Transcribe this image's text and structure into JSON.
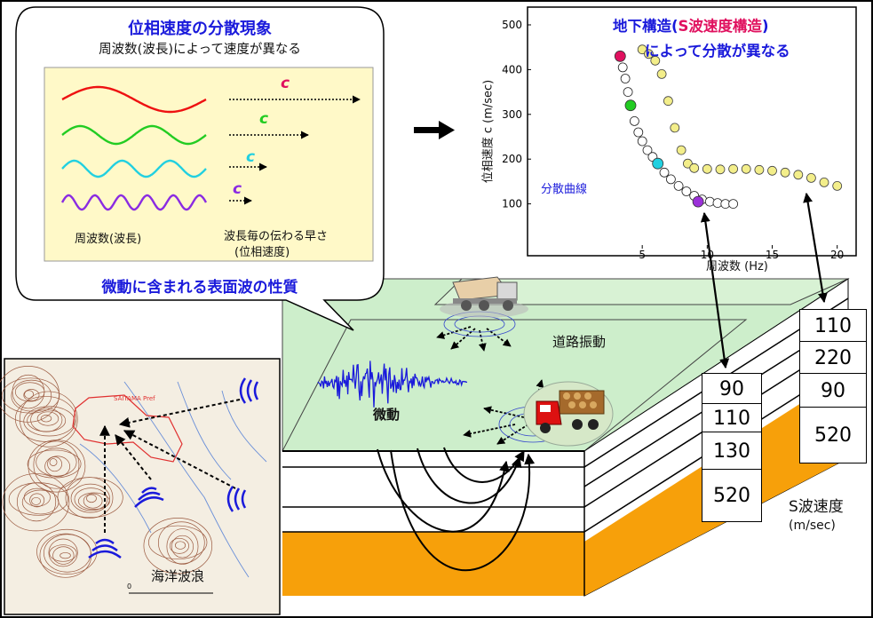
{
  "bubble": {
    "title": "位相速度の分散現象",
    "subtitle": "周波数(波長)によって速度が異なる",
    "wave_label": "周波数(波長)",
    "speed_label_line1": "波長毎の伝わる早さ",
    "speed_label_line2": "(位相速度)",
    "c_symbol": "c",
    "footer": "微動に含まれる表面波の性質"
  },
  "structure_title": {
    "line1_a": "地下構造(",
    "line1_b": "S波速度構造",
    "line1_c": ")",
    "line2": "によって分散が異なる"
  },
  "chart_data": {
    "type": "scatter",
    "xlabel": "周波数 (Hz)",
    "ylabel": "位相速度 c (m/sec)",
    "xlim": [
      0,
      20.5
    ],
    "ylim": [
      0,
      500
    ],
    "xticks": [
      5,
      10,
      15,
      20
    ],
    "yticks": [
      100,
      200,
      300,
      400,
      500
    ],
    "annotation": "分散曲線",
    "series": [
      {
        "x": [
          3.3,
          3.5,
          3.7,
          3.9,
          4.1,
          4.4,
          4.7,
          5.0,
          5.4,
          5.8,
          6.2,
          6.7,
          7.2,
          7.8,
          8.4,
          9.0,
          9.6,
          10.2,
          10.8,
          11.4,
          12.0
        ],
        "y": [
          430,
          405,
          380,
          350,
          320,
          285,
          260,
          240,
          220,
          205,
          190,
          170,
          155,
          140,
          128,
          118,
          110,
          105,
          102,
          100,
          100
        ],
        "fill": "#ffffff",
        "stroke": "#222222"
      },
      {
        "x": [
          5.0,
          5.5,
          6.0,
          6.5,
          7.0,
          7.5,
          8.0,
          8.5,
          9.0,
          10,
          11,
          12,
          13,
          14,
          15,
          16,
          17,
          18,
          19,
          20
        ],
        "y": [
          445,
          435,
          420,
          390,
          330,
          270,
          220,
          190,
          180,
          178,
          177,
          178,
          178,
          176,
          174,
          170,
          165,
          158,
          148,
          140
        ],
        "fill": "#f3ee8a",
        "stroke": "#444444"
      }
    ],
    "highlights": [
      {
        "x": 3.3,
        "y": 430,
        "color": "#e0115f"
      },
      {
        "x": 4.1,
        "y": 320,
        "color": "#22cc22"
      },
      {
        "x": 6.2,
        "y": 190,
        "color": "#22d0e0"
      },
      {
        "x": 9.3,
        "y": 105,
        "color": "#9b30d9"
      }
    ]
  },
  "labels": {
    "road": "道路振動",
    "microtremor": "微動",
    "ocean": "海洋波浪",
    "map_label": "SAITAMA Pref",
    "map_scale_zero": "0",
    "vs_title": "S波速度",
    "vs_unit": "(m/sec)"
  },
  "profile_left": [
    "90",
    "110",
    "130",
    "520"
  ],
  "profile_right": [
    "110",
    "220",
    "90",
    "520"
  ],
  "colors": {
    "accent_blue": "#1a1adb",
    "pink": "#e0115f",
    "ground_green": "#cdeecb",
    "orange_layer": "#f7a00a",
    "bubble_fill": "#fff9c8"
  }
}
